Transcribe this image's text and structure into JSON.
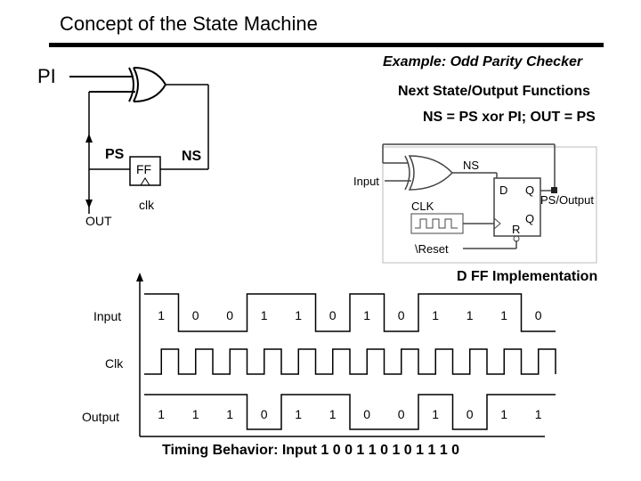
{
  "title": "Concept of the State Machine",
  "example": "Example: Odd Parity Checker",
  "ns_output_heading": "Next State/Output Functions",
  "equations": "NS = PS xor PI;   OUT = PS",
  "dff_caption": "D FF Implementation",
  "timing_caption": "Timing Behavior: Input 1 0 0 1 1 0 1 0 1 1 1 0",
  "concept": {
    "pi": "PI",
    "ps": "PS",
    "ns": "NS",
    "ff": "FF",
    "clk": "clk",
    "out": "OUT"
  },
  "dff": {
    "input": "Input",
    "ns": "NS",
    "d": "D",
    "q": "Q",
    "qbar": "Q",
    "r": "R",
    "ps_output": "PS/Output",
    "clk": "CLK",
    "reset": "\\Reset"
  },
  "timing": {
    "labels": {
      "input": "Input",
      "clk": "Clk",
      "output": "Output"
    },
    "input_bits": [
      "1",
      "0",
      "0",
      "1",
      "1",
      "0",
      "1",
      "0",
      "1",
      "1",
      "1",
      "0"
    ],
    "output_bits": [
      "1",
      "1",
      "1",
      "0",
      "1",
      "1",
      "0",
      "0",
      "1",
      "0",
      "1",
      "1"
    ]
  }
}
